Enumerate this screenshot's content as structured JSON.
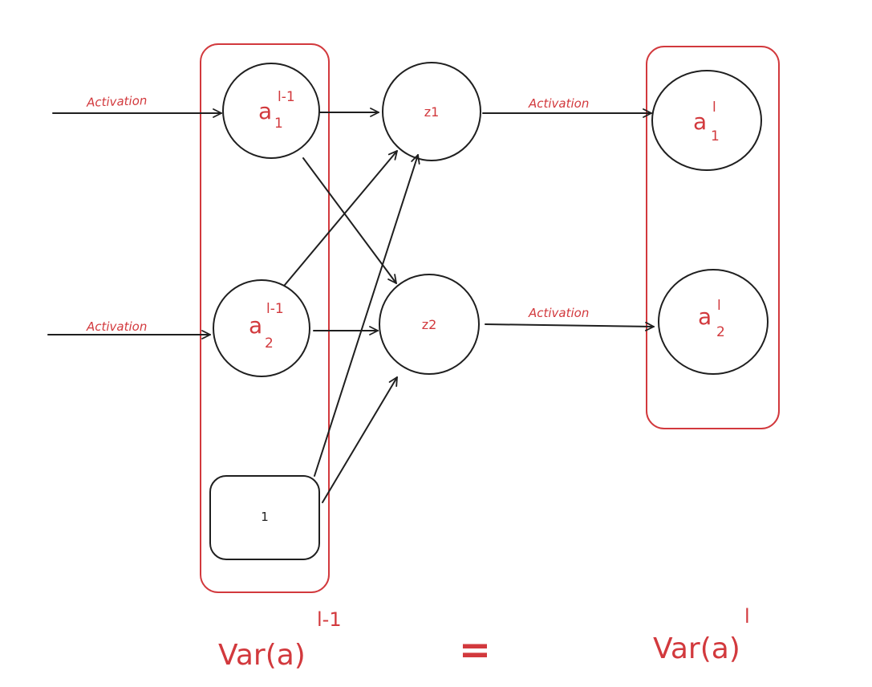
{
  "colors": {
    "accent": "#d2393d",
    "ink": "#1f1f1f"
  },
  "edge_labels": {
    "in_a1": "Activation",
    "in_a2": "Activation",
    "out_z1": "Activation",
    "out_z2": "Activation"
  },
  "nodes": {
    "a1_prev": {
      "base": "a",
      "sub": "1",
      "sup": "l-1"
    },
    "a2_prev": {
      "base": "a",
      "sub": "2",
      "sup": "l-1"
    },
    "bias": {
      "label": "1"
    },
    "z1": {
      "label": "z1"
    },
    "z2": {
      "label": "z2"
    },
    "a1_next": {
      "base": "a",
      "sub": "1",
      "sup": "l"
    },
    "a2_next": {
      "base": "a",
      "sub": "2",
      "sup": "l"
    }
  },
  "equation": {
    "left": "Var(a)",
    "left_sup": "l-1",
    "operator": "=",
    "right": "Var(a)",
    "right_sup": "l"
  }
}
